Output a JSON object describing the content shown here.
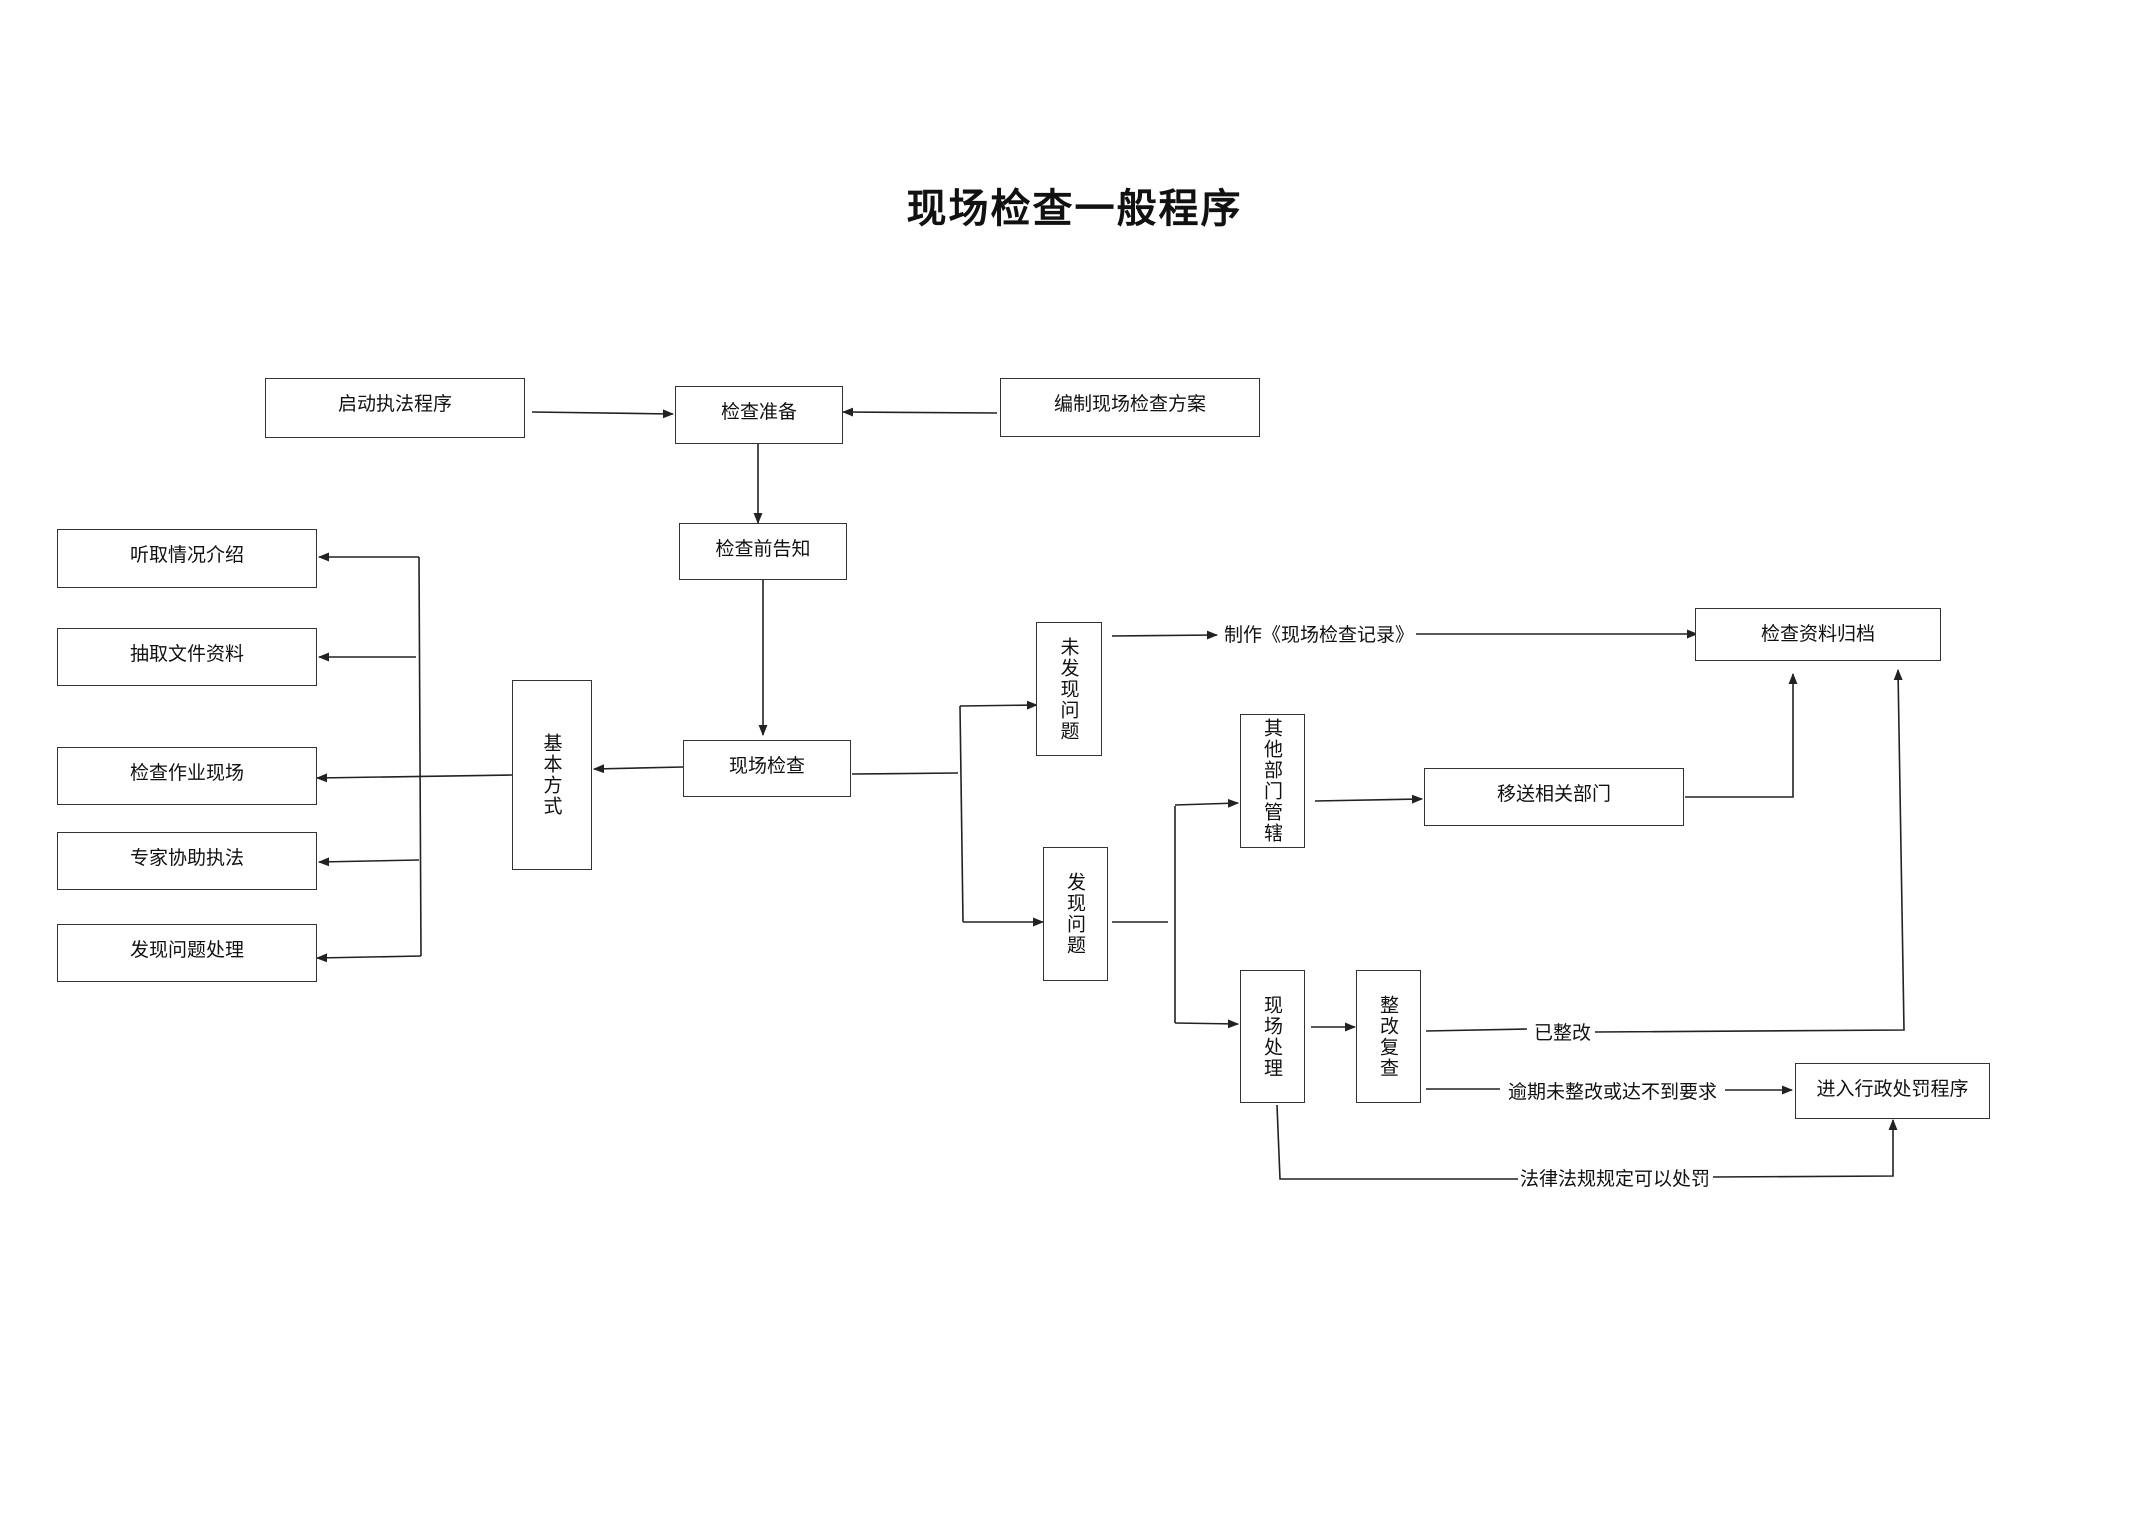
{
  "title": "现场检查一般程序",
  "nodes": {
    "start": "启动执法程序",
    "prepare": "检查准备",
    "plan": "编制现场检查方案",
    "notice": "检查前告知",
    "inspect": "现场检查",
    "methods": "基本方式",
    "m1": "听取情况介绍",
    "m2": "抽取文件资料",
    "m3": "检查作业现场",
    "m4": "专家协助执法",
    "m5": "发现问题处理",
    "noproblem": "未发现问题",
    "problem": "发现问题",
    "otherdept": "其他部门管辖",
    "transfer": "移送相关部门",
    "onsite": "现场处理",
    "recheck": "整改复查",
    "archive": "检查资料归档",
    "penalty": "进入行政处罚程序"
  },
  "labels": {
    "record": "制作《现场检查记录》",
    "rectified": "已整改",
    "overdue": "逾期未整改或达不到要求",
    "legal": "法律法规规定可以处罚"
  }
}
